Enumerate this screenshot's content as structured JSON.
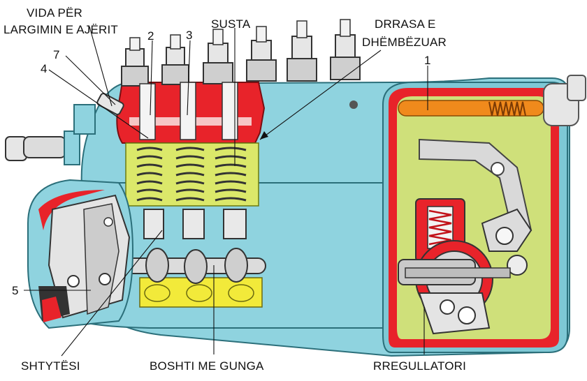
{
  "diagram": {
    "colors": {
      "housing": "#8fd3df",
      "housing_dark": "#5aaab8",
      "red": "#e8232a",
      "yellow_green": "#dbe86a",
      "orange": "#f08a1c",
      "metal": "#d9d9d9",
      "yellow": "#f2ea3a"
    },
    "labels": {
      "air_screw_line1": "VIDA PËR",
      "air_screw_line2": "LARGIMIN E AJËRIT",
      "num_7": "7",
      "num_4": "4",
      "num_2": "2",
      "num_3": "3",
      "spring": "SUSTA",
      "rack_line1": "DRRASA E",
      "rack_line2": "DHËMBËZUAR",
      "num_1": "1",
      "num_5": "5",
      "tappet": "SHTYTËSI",
      "camshaft": "BOSHTI ME GUNGA",
      "governor": "RREGULLATORI"
    }
  }
}
